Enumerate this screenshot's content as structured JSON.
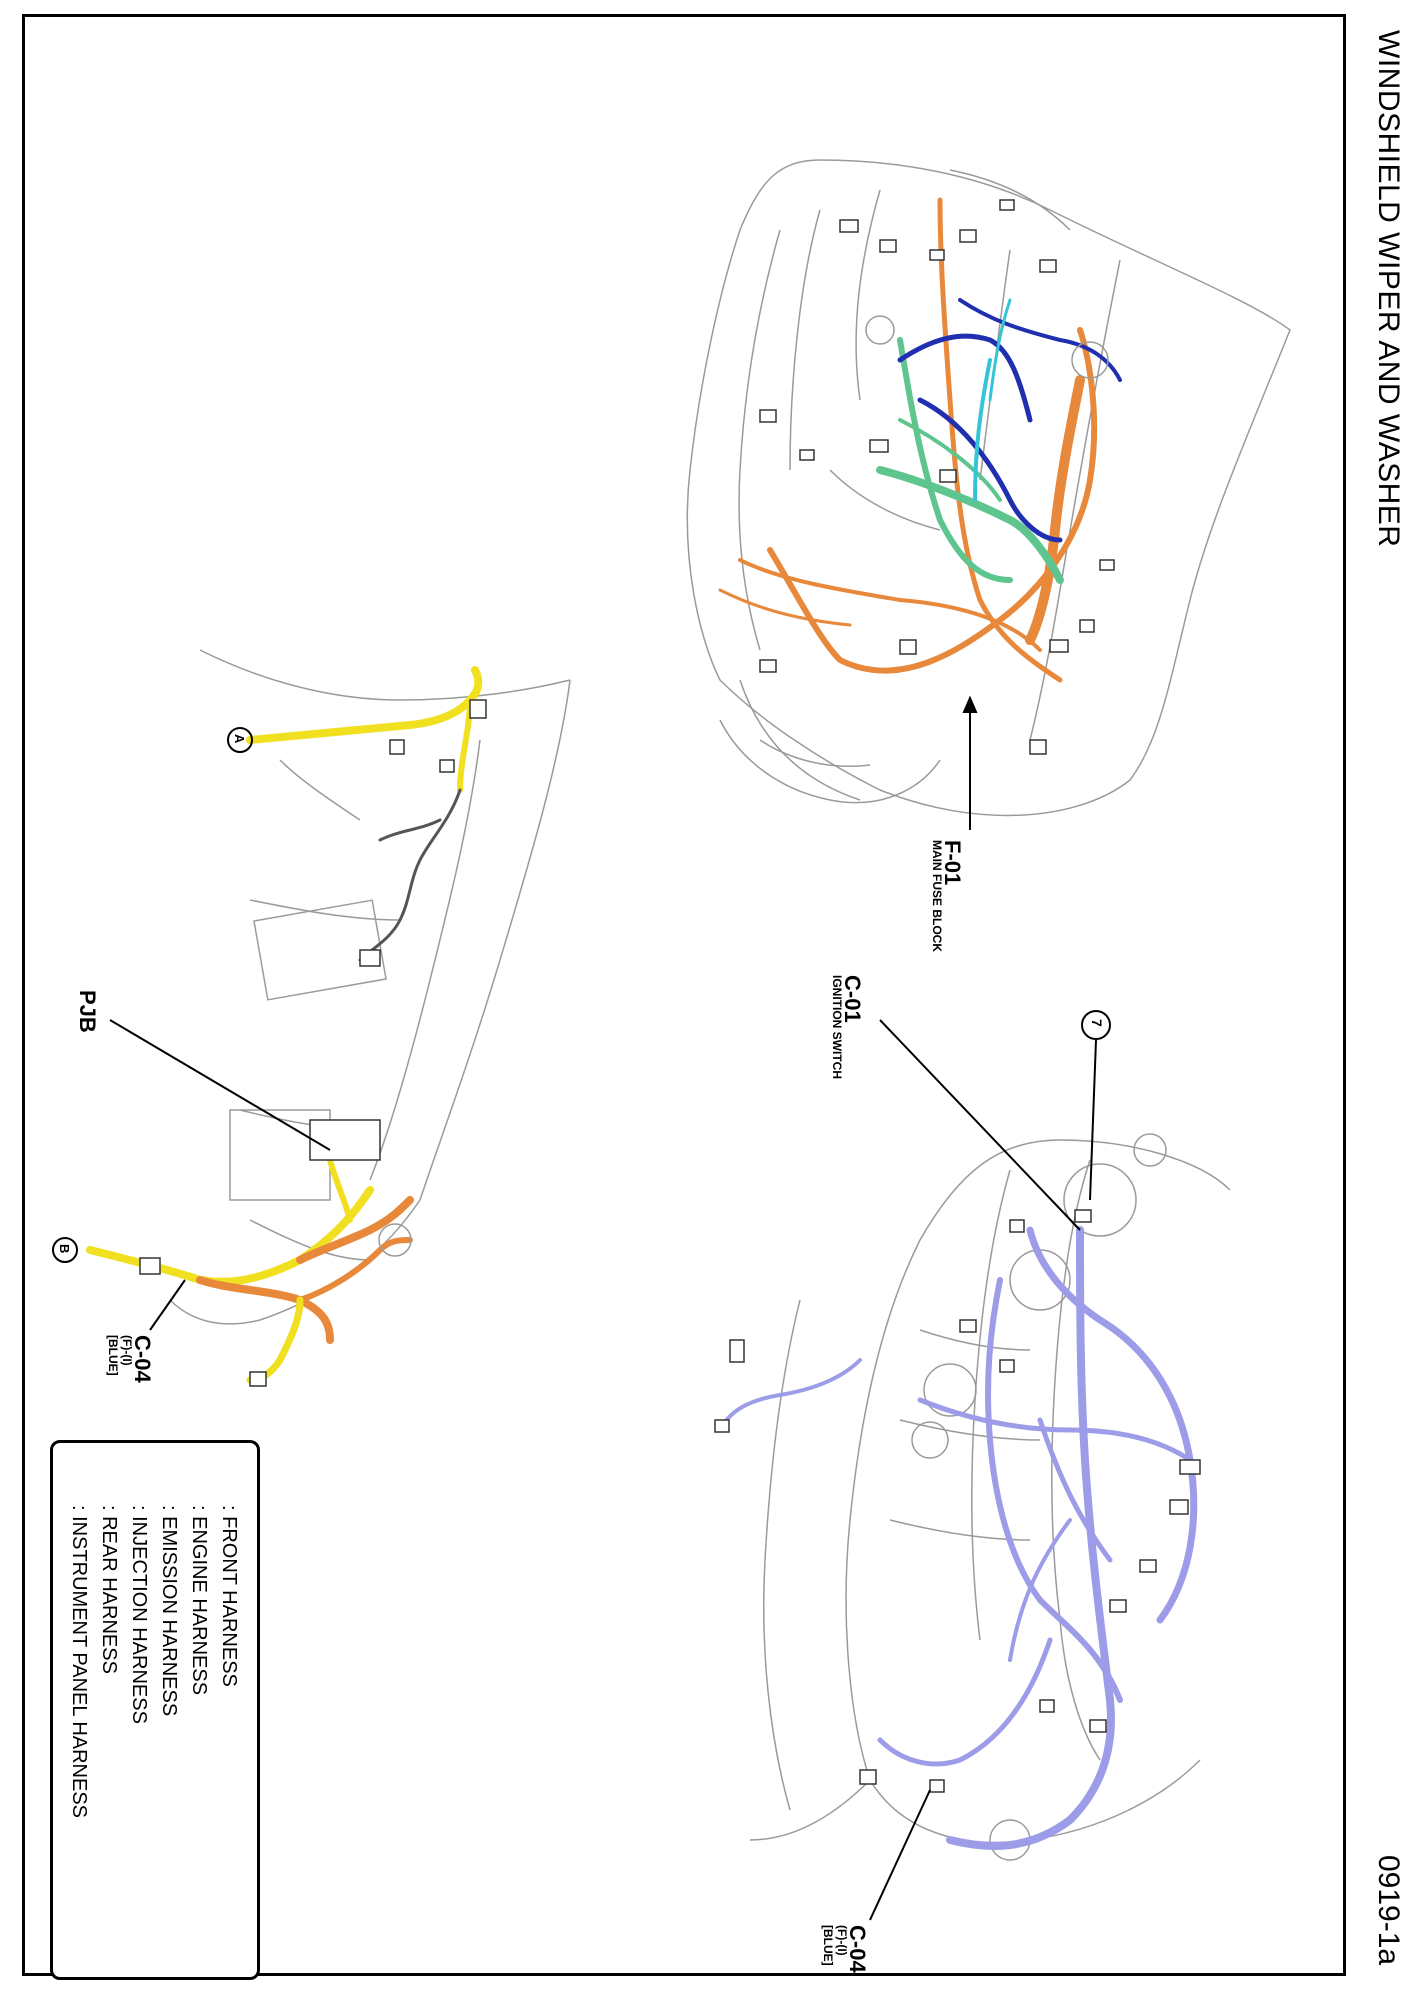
{
  "title": "WINDSHIELD WIPER AND WASHER",
  "page_id": "0919-1a",
  "callouts": {
    "f01": {
      "code": "F-01",
      "desc": "MAIN FUSE BLOCK"
    },
    "c01": {
      "code": "C-01",
      "desc": "IGNITION SWITCH"
    },
    "c04_right": {
      "code": "C-04",
      "sub1": "(F)-(I)",
      "sub2": "[BLUE]"
    },
    "c04_left": {
      "code": "C-04",
      "sub1": "(F)-(I)",
      "sub2": "[BLUE]"
    },
    "pjb": "PJB",
    "ref7": "7",
    "refB": "B",
    "refA": "A"
  },
  "legend": [
    {
      "label": ": FRONT HARNESS",
      "color": "#e8883a"
    },
    {
      "label": ": ENGINE HARNESS",
      "color": "#5fc58f"
    },
    {
      "label": ": EMISSION HARNESS",
      "color": "#1f2fb0"
    },
    {
      "label": ": INJECTION HARNESS",
      "color": "#33c4d8"
    },
    {
      "label": ": REAR HARNESS",
      "color": "#f0e020"
    },
    {
      "label": ": INSTRUMENT PANEL HARNESS",
      "color": "#9c9ce8"
    }
  ]
}
